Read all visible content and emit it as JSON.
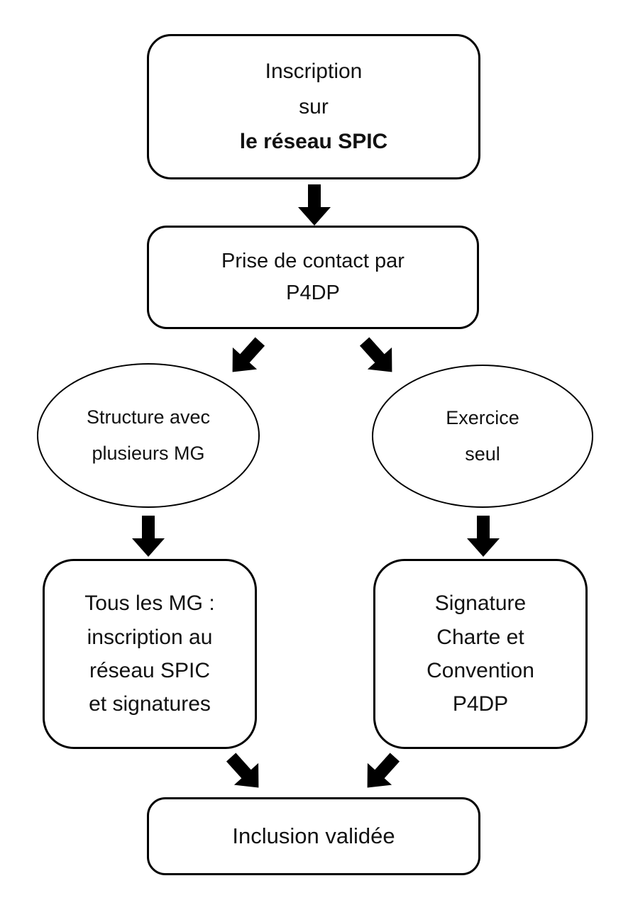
{
  "diagram": {
    "type": "flowchart",
    "background_color": "#ffffff",
    "stroke_color": "#000000",
    "arrow_color": "#000000"
  },
  "nodes": {
    "inscription": {
      "shape": "rounded-rect",
      "lines": [
        "Inscription",
        "sur",
        "le réseau SPIC"
      ]
    },
    "contact": {
      "shape": "rounded-rect",
      "lines": [
        "Prise de contact par",
        "P4DP"
      ]
    },
    "structure": {
      "shape": "ellipse",
      "lines": [
        "Structure avec",
        "plusieurs MG"
      ]
    },
    "exercice": {
      "shape": "ellipse",
      "lines": [
        "Exercice",
        "seul"
      ]
    },
    "tous_mg": {
      "shape": "rounded-rect",
      "lines": [
        "Tous les MG :",
        "inscription au",
        "réseau SPIC",
        "et signatures"
      ]
    },
    "signature": {
      "shape": "rounded-rect",
      "lines": [
        "Signature",
        "Charte et",
        "Convention",
        "P4DP"
      ]
    },
    "inclusion": {
      "shape": "rounded-rect",
      "lines": [
        "Inclusion validée"
      ]
    }
  },
  "edges": [
    {
      "from": "inscription",
      "to": "contact"
    },
    {
      "from": "contact",
      "to": "structure"
    },
    {
      "from": "contact",
      "to": "exercice"
    },
    {
      "from": "structure",
      "to": "tous_mg"
    },
    {
      "from": "exercice",
      "to": "signature"
    },
    {
      "from": "tous_mg",
      "to": "inclusion"
    },
    {
      "from": "signature",
      "to": "inclusion"
    }
  ]
}
